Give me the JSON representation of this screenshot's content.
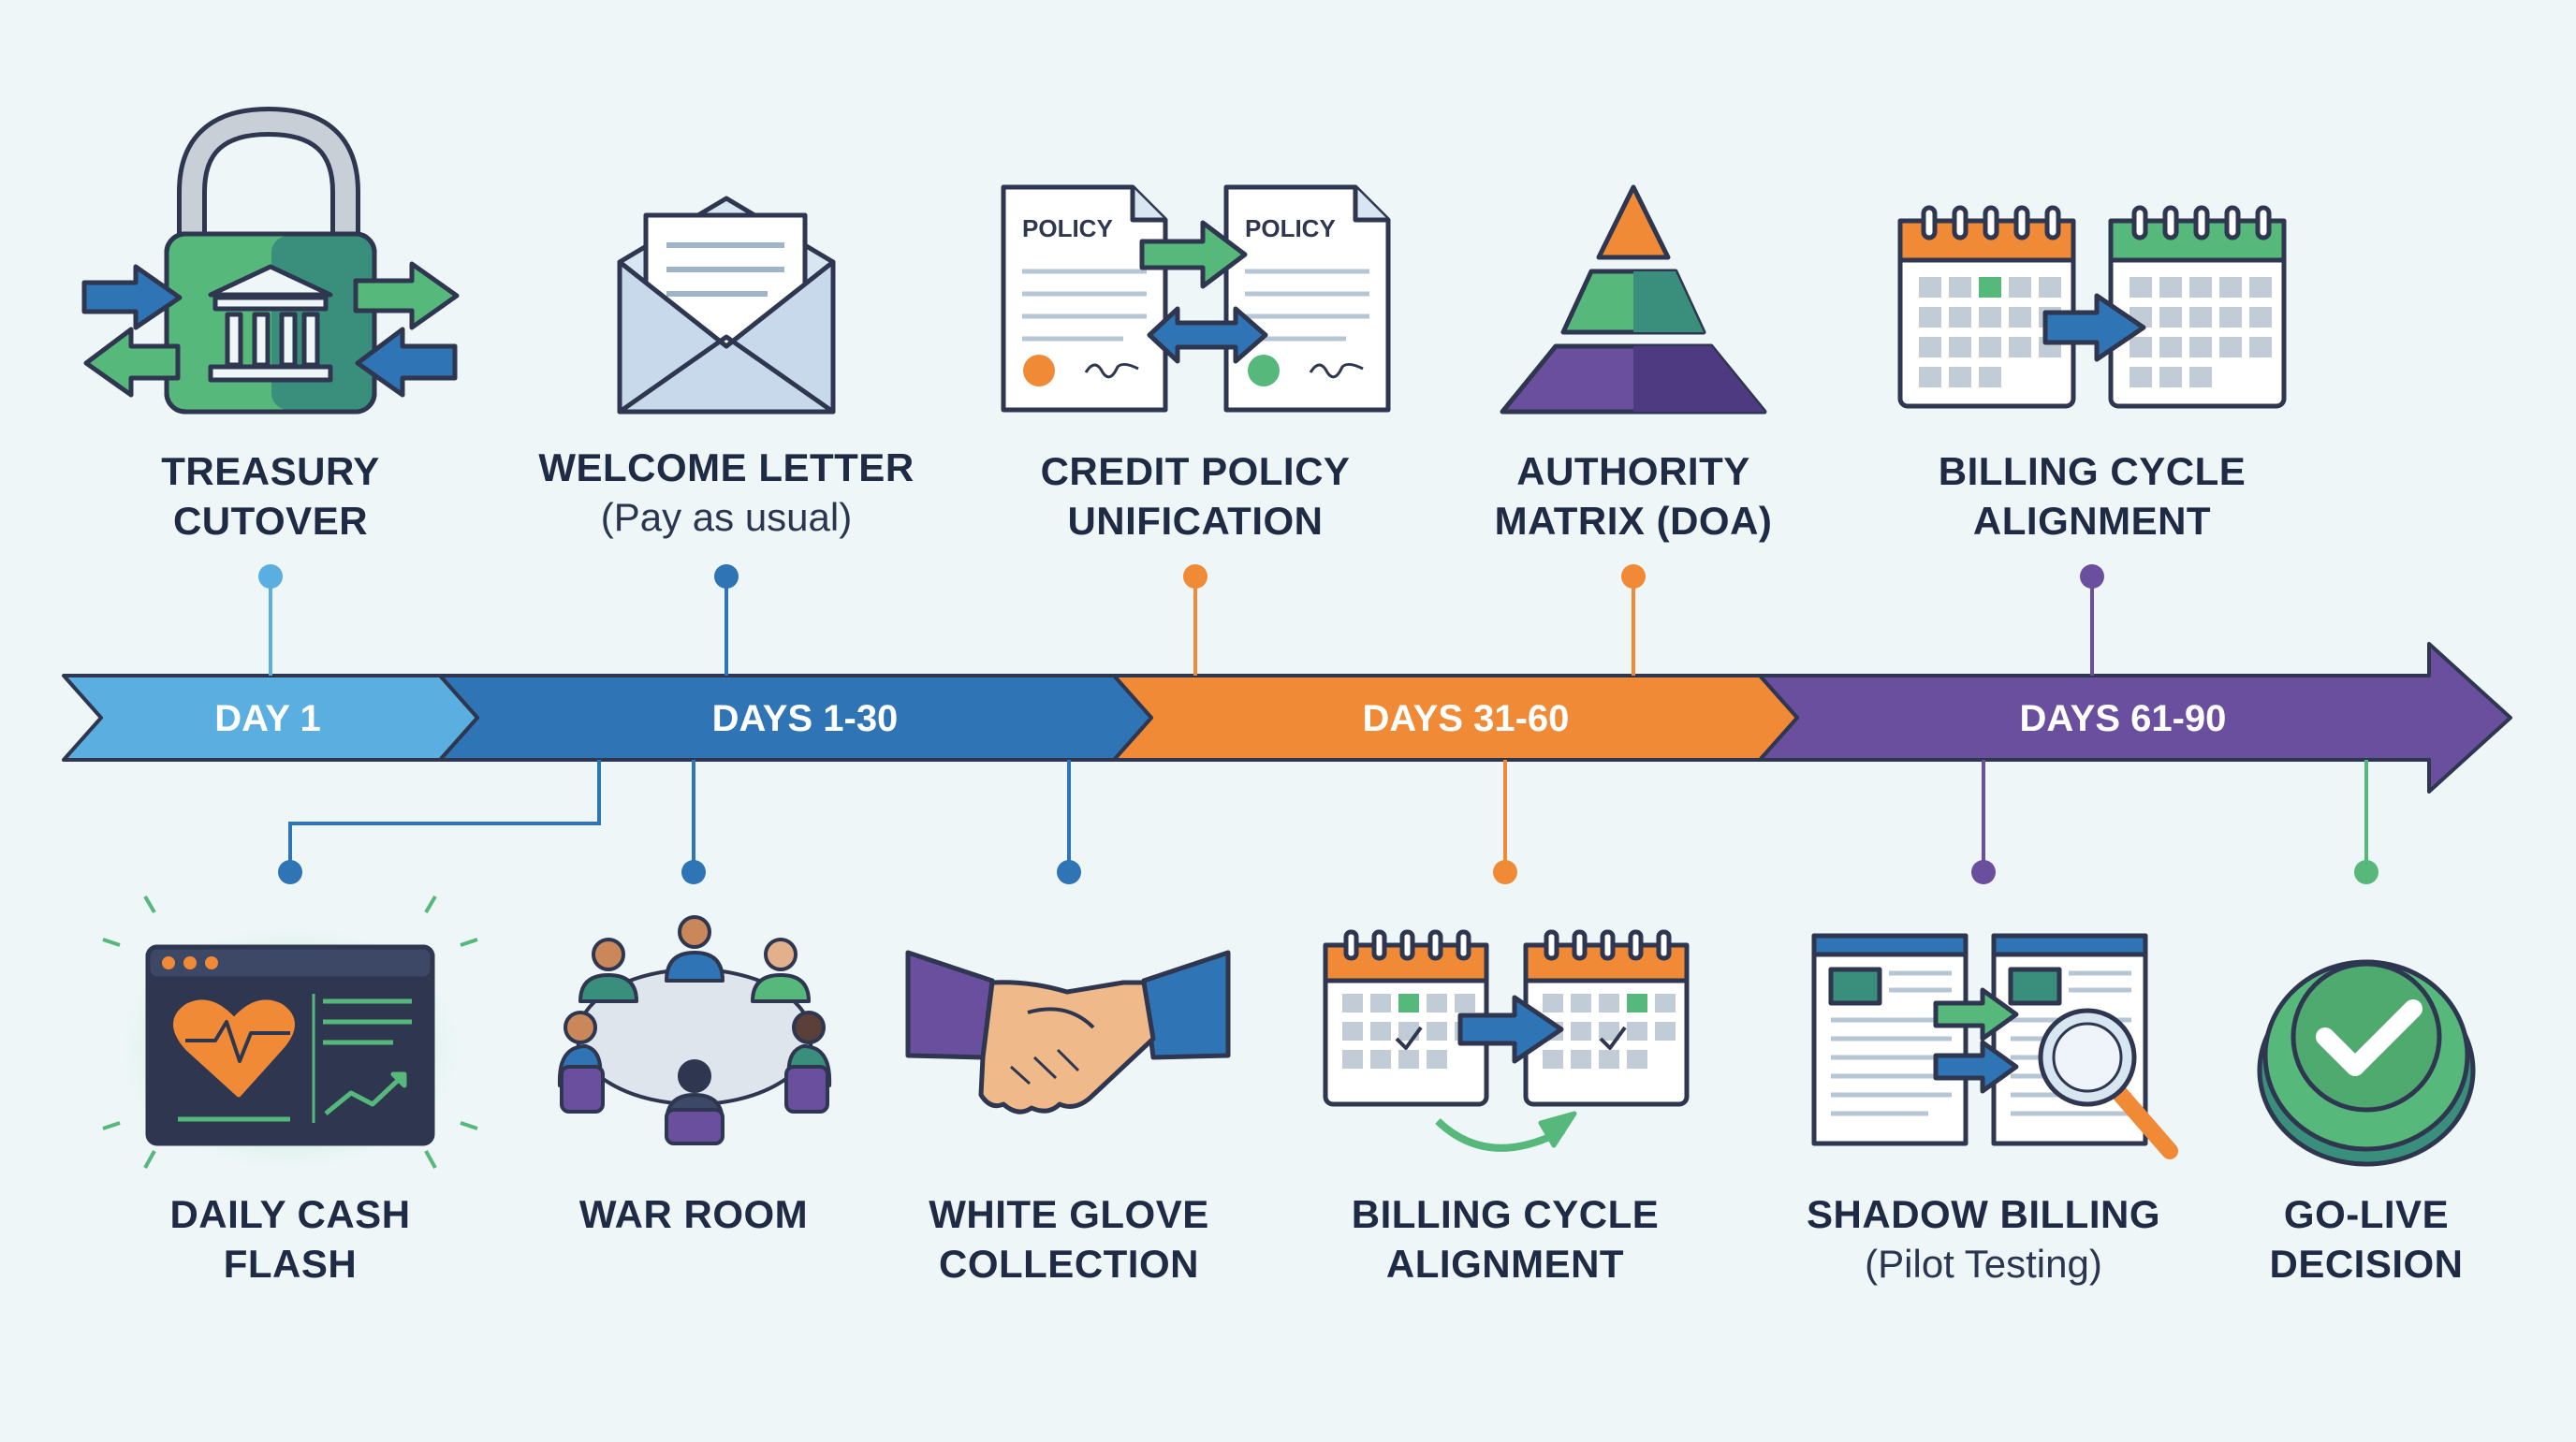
{
  "colors": {
    "navy": "#2e3650",
    "light_blue": "#5aafe0",
    "blue": "#2f74b5",
    "orange": "#f08a36",
    "purple": "#6a4f9e",
    "green": "#56b87a",
    "teal": "#3a8f7c",
    "background": "#eef6f8"
  },
  "phases": [
    {
      "label": "DAY 1"
    },
    {
      "label": "DAYS 1-30"
    },
    {
      "label": "DAYS 31-60"
    },
    {
      "label": "DAYS 61-90"
    }
  ],
  "top_milestones": [
    {
      "title_line1": "TREASURY",
      "title_line2": "CUTOVER",
      "subtitle": "",
      "icon": "padlock-bank-icon"
    },
    {
      "title_line1": "WELCOME LETTER",
      "title_line2": "",
      "subtitle": "(Pay as usual)",
      "icon": "envelope-letter-icon"
    },
    {
      "title_line1": "CREDIT POLICY",
      "title_line2": "UNIFICATION",
      "subtitle": "",
      "icon": "policy-documents-icon",
      "doc_label": "POLICY"
    },
    {
      "title_line1": "AUTHORITY",
      "title_line2": "MATRIX (DOA)",
      "subtitle": "",
      "icon": "pyramid-icon"
    },
    {
      "title_line1": "BILLING CYCLE",
      "title_line2": "ALIGNMENT",
      "subtitle": "",
      "icon": "calendars-arrow-icon"
    }
  ],
  "bottom_milestones": [
    {
      "title_line1": "DAILY CASH",
      "title_line2": "FLASH",
      "subtitle": "",
      "icon": "cash-dashboard-icon"
    },
    {
      "title_line1": "WAR ROOM",
      "title_line2": "",
      "subtitle": "",
      "icon": "meeting-table-icon"
    },
    {
      "title_line1": "WHITE GLOVE",
      "title_line2": "COLLECTION",
      "subtitle": "",
      "icon": "handshake-icon"
    },
    {
      "title_line1": "BILLING CYCLE",
      "title_line2": "ALIGNMENT",
      "subtitle": "",
      "icon": "calendars-cycle-icon"
    },
    {
      "title_line1": "SHADOW BILLING",
      "title_line2": "",
      "subtitle": "(Pilot Testing)",
      "icon": "documents-magnifier-icon"
    },
    {
      "title_line1": "GO-LIVE",
      "title_line2": "DECISION",
      "subtitle": "",
      "icon": "checkmark-button-icon"
    }
  ]
}
